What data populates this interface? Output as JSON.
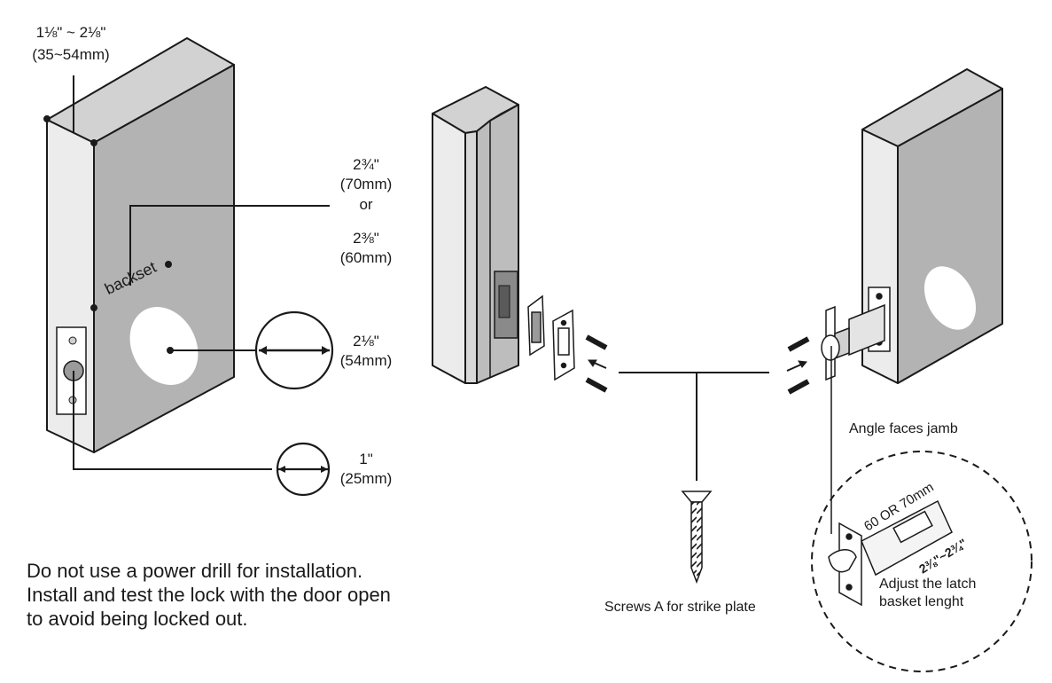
{
  "door_thickness": {
    "value": "1⅛\" ~ 2⅛\"",
    "metric": "(35~54mm)"
  },
  "backset": {
    "label": "backset",
    "option1": "2¾\"",
    "option1_metric": "(70mm)",
    "or": "or",
    "option2": "2⅜\"",
    "option2_metric": "(60mm)"
  },
  "bore_hole": {
    "value": "2⅛\"",
    "metric": "(54mm)"
  },
  "latch_hole": {
    "value": "1\"",
    "metric": "(25mm)"
  },
  "warning_lines": [
    "Do not use a power drill for installation.",
    "Install and test the lock with the door open",
    "to avoid being locked out."
  ],
  "screws_caption": "Screws A for strike plate",
  "angle_caption": "Angle faces jamb",
  "latch_detail": {
    "size_label": "60 OR 70mm",
    "length_label": "2⅜\"~2¾\"",
    "adjust_line1": "Adjust the latch",
    "adjust_line2": "basket lenght"
  }
}
